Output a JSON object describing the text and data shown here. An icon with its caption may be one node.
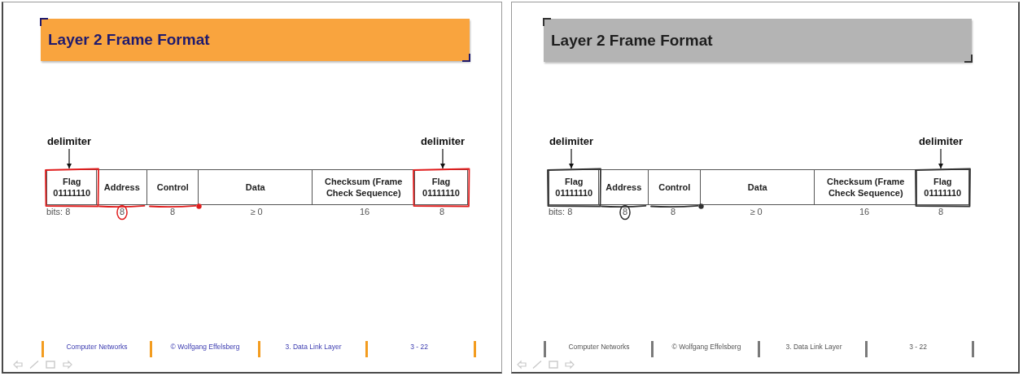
{
  "diagram": {
    "nodes": [
      {
        "text": [
          "Layer 2 Frame Format"
        ]
      },
      {
        "text": [
          "delimiter"
        ]
      },
      {
        "text": [
          "delimiter"
        ]
      },
      {
        "text": [
          "Flag 01111110"
        ]
      },
      {
        "text": [
          "Address"
        ]
      },
      {
        "text": [
          "Control"
        ]
      },
      {
        "text": [
          "Data"
        ]
      },
      {
        "text": [
          "Checksum (Frame Check Sequence)"
        ]
      },
      {
        "text": [
          "Flag 01111110"
        ]
      },
      {
        "text": [
          "Layer 2 Frame Format"
        ]
      },
      {
        "text": [
          "delimiter"
        ]
      },
      {
        "text": [
          "delimiter"
        ]
      },
      {
        "text": [
          "Flag 01111110"
        ]
      },
      {
        "text": [
          "Address"
        ]
      },
      {
        "text": [
          "Control"
        ]
      },
      {
        "text": [
          "Data"
        ]
      },
      {
        "text": [
          "Checksum (Frame Check Sequence)"
        ]
      },
      {
        "text": [
          "Flag 01111110"
        ]
      }
    ],
    "edges": [
      {
        "from": 1,
        "to": 3,
        "arrow": "to"
      },
      {
        "from": 2,
        "to": 8,
        "arrow": "to"
      },
      {
        "from": 10,
        "to": 12,
        "arrow": "to"
      },
      {
        "from": 11,
        "to": 17,
        "arrow": "to"
      }
    ],
    "labels": [
      "bits: 8",
      "8",
      "8",
      "≥ 0",
      "16",
      "8",
      "Computer Networks",
      "© Wolfgang Effelsberg",
      "3. Data Link Layer",
      "3 - 22",
      "bits: 8",
      "8",
      "8",
      "≥ 0",
      "16",
      "8",
      "Computer Networks",
      "© Wolfgang Effelsberg",
      "3. Data Link Layer",
      "3 - 22"
    ]
  }
}
